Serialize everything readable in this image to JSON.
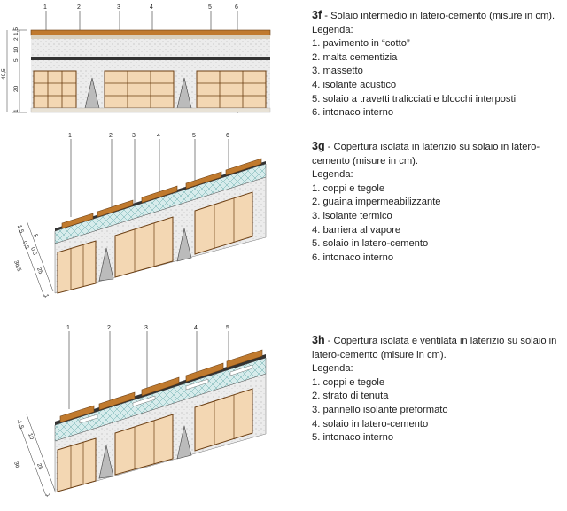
{
  "figures": [
    {
      "code": "3f",
      "title": " - Solaio intermedio in latero-cemento (misure in cm).",
      "legend_label": "Legenda:",
      "items": [
        "1. pavimento in “cotto”",
        "2. malta cementizia",
        "3. massetto",
        "4. isolante acustico",
        "5. solaio a travetti tralicciati e blocchi interposti",
        "6. intonaco interno"
      ],
      "callouts": [
        "1",
        "2",
        "3",
        "4",
        "5",
        "6"
      ],
      "dims": [
        "1,5",
        "2",
        "10",
        "5",
        "20",
        "1",
        "40,5"
      ]
    },
    {
      "code": "3g",
      "title": " - Copertura isolata in laterizio su solaio in latero-cemento (misure in cm).",
      "legend_label": "Legenda:",
      "items": [
        "1. coppi e tegole",
        "2. guaina impermeabilizzante",
        "3. isolante termico",
        "4. barriera al vapore",
        "5. solaio in latero-cemento",
        "6. intonaco interno"
      ],
      "callouts": [
        "1",
        "2",
        "3",
        "4",
        "5",
        "6"
      ],
      "dims": [
        "1,5",
        "8",
        "0,5",
        "0,5",
        "25",
        "1",
        "36,5"
      ]
    },
    {
      "code": "3h",
      "title": " - Copertura isolata e ventilata in laterizio su solaio in latero-cemento (misure in cm).",
      "legend_label": "Legenda:",
      "items": [
        "1. coppi e tegole",
        "2. strato di tenuta",
        "3. pannello isolante preformato",
        "4. solaio in latero-cemento",
        "5. intonaco interno"
      ],
      "callouts": [
        "1",
        "2",
        "3",
        "4",
        "5"
      ],
      "dims": [
        "1,5",
        "10",
        "25",
        "1",
        "36"
      ]
    }
  ]
}
